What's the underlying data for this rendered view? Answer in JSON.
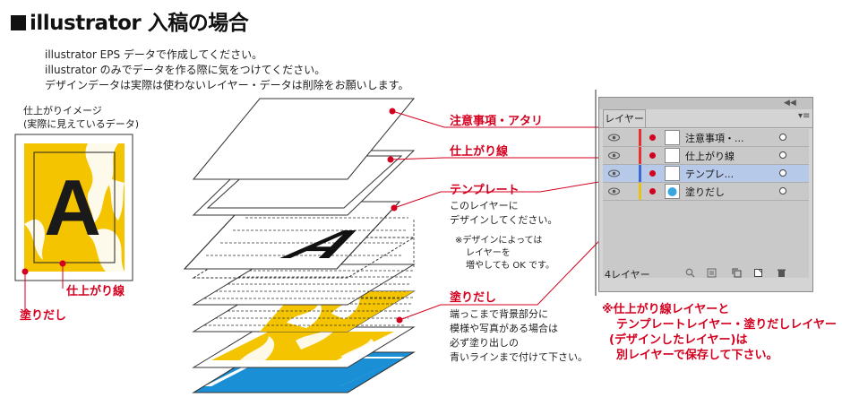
{
  "title": "illustrator 入稿の場合",
  "intro": [
    "illustrator EPS データで作成してください。",
    "illustrator のみでデータを作る際に気をつけてください。",
    "デザインデータは実際は使わないレイヤー・データは削除をお願いします。"
  ],
  "preview": {
    "label_line1": "仕上がりイメージ",
    "label_line2": "(実際に見えているデータ)",
    "letter": "A",
    "trim_label": "仕上がり線",
    "bleed_label": "塗りだし"
  },
  "diagram": {
    "labels": {
      "notes_layer": "注意事項・アタリ",
      "trim_line": "仕上がり線",
      "template": "テンプレート",
      "bleed": "塗りだし"
    },
    "template_desc": [
      "このレイヤーに",
      "デザインしてください。"
    ],
    "template_note": [
      "※デザインによっては",
      "レイヤーを",
      "増やしても OK です。"
    ],
    "bleed_desc": [
      "端っこまで背景部分に",
      "模様や写真がある場合は",
      "必ず塗り出しの",
      "青いラインまで付けて下さい。"
    ],
    "letter": "A"
  },
  "panel": {
    "tab": "レイヤー",
    "layers": [
      {
        "name": "注意事項・...",
        "color": "#e8302f",
        "selected": false
      },
      {
        "name": "仕上がり線",
        "color": "#e8302f",
        "selected": false
      },
      {
        "name": "テンプレ...",
        "color": "#3b66d8",
        "selected": true
      },
      {
        "name": "塗りだし",
        "color": "#e8c21a",
        "selected": false
      }
    ],
    "count": "4レイヤー",
    "icons": [
      "search-icon",
      "clip-icon",
      "new-sublayer-icon",
      "new-layer-icon",
      "trash-icon"
    ]
  },
  "footer_note": [
    "※仕上がり線レイヤーと",
    "テンプレートレイヤー・塗りだしレイヤー",
    "(デザインしたレイヤー)は",
    "別レイヤーで保存して下さい。"
  ],
  "colors": {
    "accent_red": "#d4001f",
    "flame_yellow": "#f5c400",
    "bleed_blue": "#1a8fd6"
  }
}
